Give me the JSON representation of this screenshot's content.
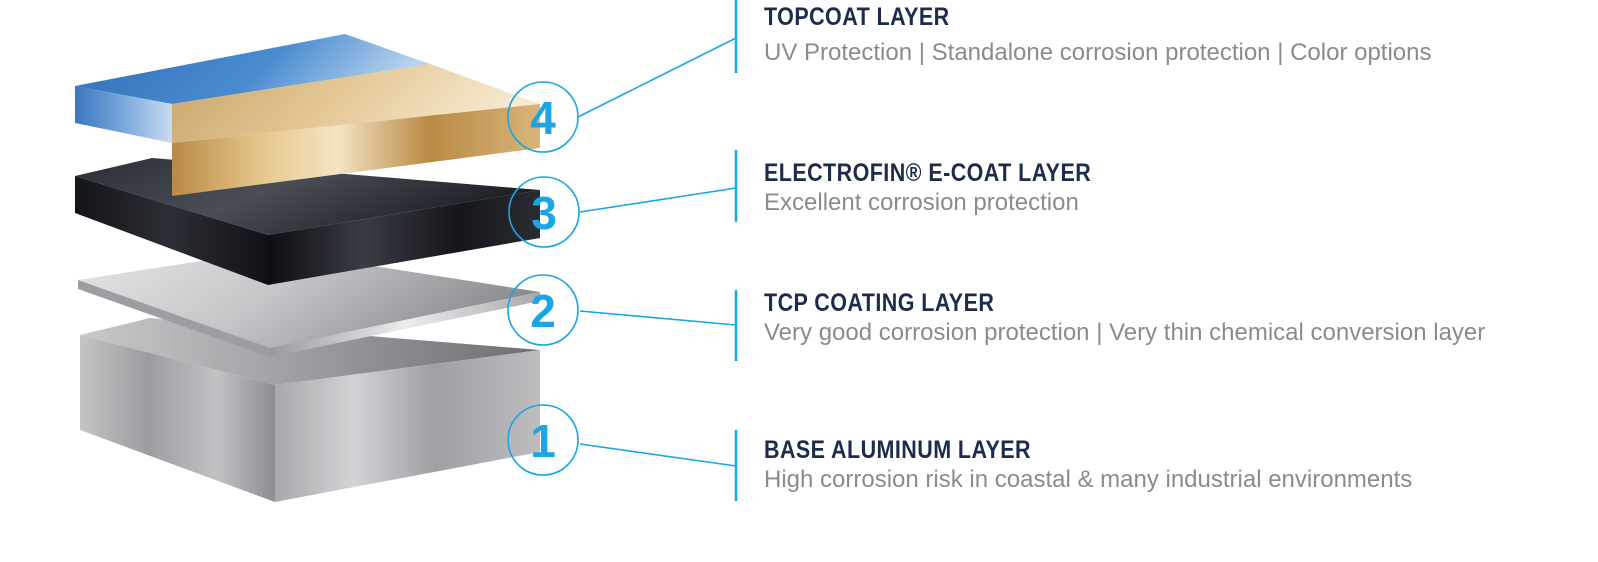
{
  "colors": {
    "accent": "#1aa6e2",
    "title": "#1c2c4a",
    "description": "#8b8b8b"
  },
  "layers": [
    {
      "number": "4",
      "title": "TOPCOAT LAYER",
      "description": "UV Protection | Standalone corrosion protection | Color options"
    },
    {
      "number": "3",
      "title": "ELECTROFIN® E-COAT  LAYER",
      "description": "Excellent corrosion protection"
    },
    {
      "number": "2",
      "title": "TCP COATING LAYER",
      "description": "Very good corrosion protection | Very thin chemical conversion layer"
    },
    {
      "number": "1",
      "title": "BASE ALUMINUM LAYER",
      "description": "High corrosion risk in coastal & many industrial environments"
    }
  ]
}
